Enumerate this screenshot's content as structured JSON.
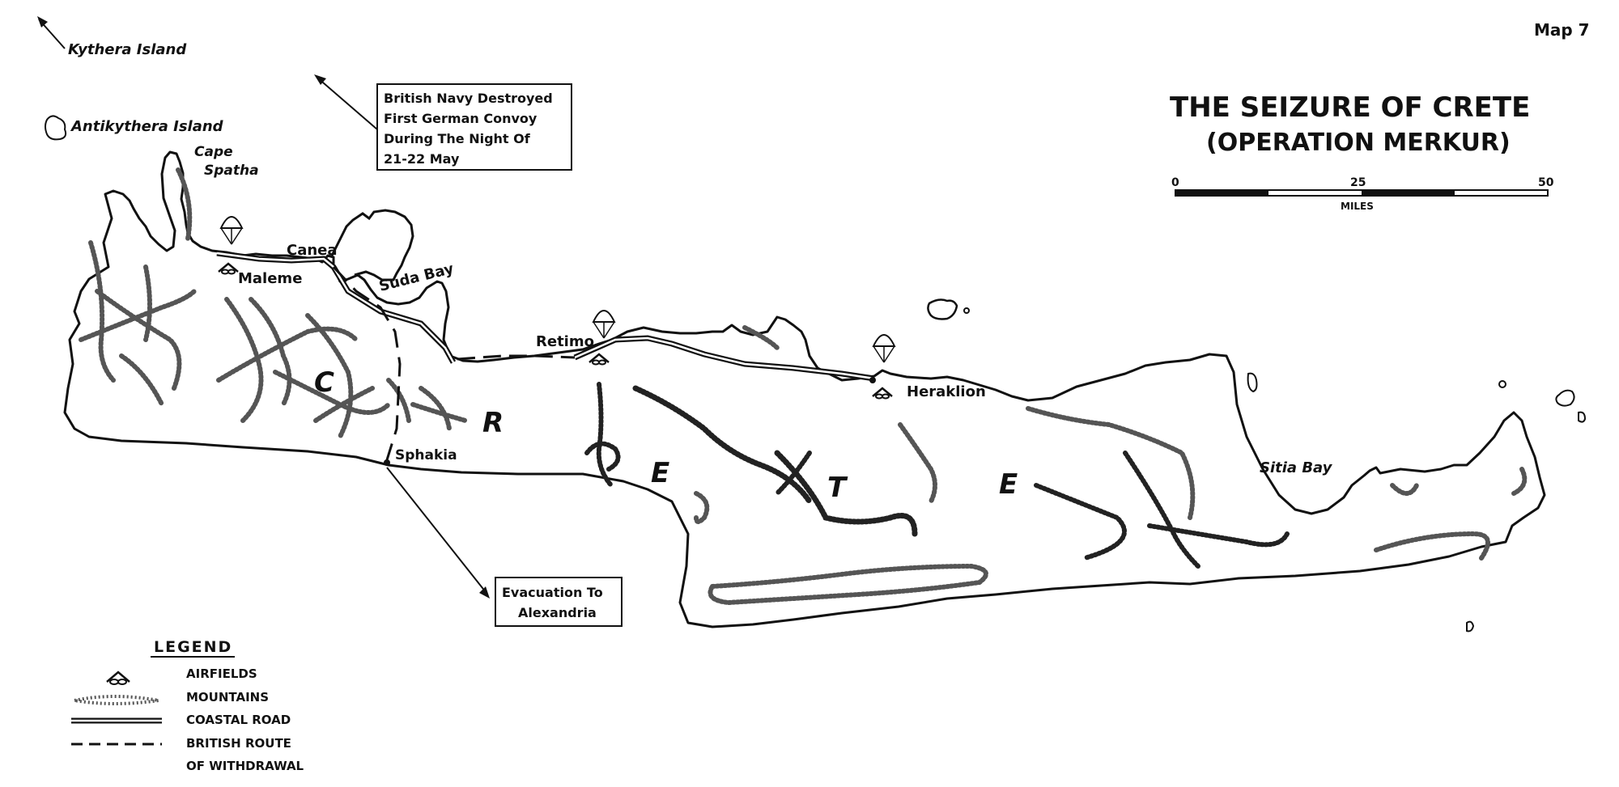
{
  "map_number": "Map 7",
  "title": {
    "line1": "THE SEIZURE OF CRETE",
    "line2": "(OPERATION MERKUR)"
  },
  "scale": {
    "ticks": [
      "0",
      "25",
      "50"
    ],
    "unit": "MILES"
  },
  "places": {
    "kythera": "Kythera Island",
    "antikythera": "Antikythera Island",
    "cape": "Cape",
    "spatha": "Spatha",
    "canea": "Canea",
    "maleme": "Maleme",
    "suda_bay": "Suda Bay",
    "retimo": "Retimo",
    "heraklion": "Heraklion",
    "sphakia": "Sphakia",
    "sitia_bay": "Sitia Bay"
  },
  "island_letters": [
    "C",
    "R",
    "E",
    "T",
    "E"
  ],
  "navy_box": {
    "lines": [
      "British Navy Destroyed",
      "First German Convoy",
      "During The Night Of",
      "21-22 May"
    ]
  },
  "evac_box": {
    "lines": [
      "Evacuation To",
      "Alexandria"
    ]
  },
  "legend": {
    "title": "LEGEND",
    "items": [
      {
        "label": "AIRFIELDS",
        "icon": "airfield-icon"
      },
      {
        "label": "MOUNTAINS",
        "icon": "mountain-icon"
      },
      {
        "label": "COASTAL ROAD",
        "icon": "road-icon"
      },
      {
        "label": "BRITISH ROUTE",
        "icon": "route-icon"
      },
      {
        "label": "OF WITHDRAWAL",
        "icon": ""
      }
    ]
  }
}
